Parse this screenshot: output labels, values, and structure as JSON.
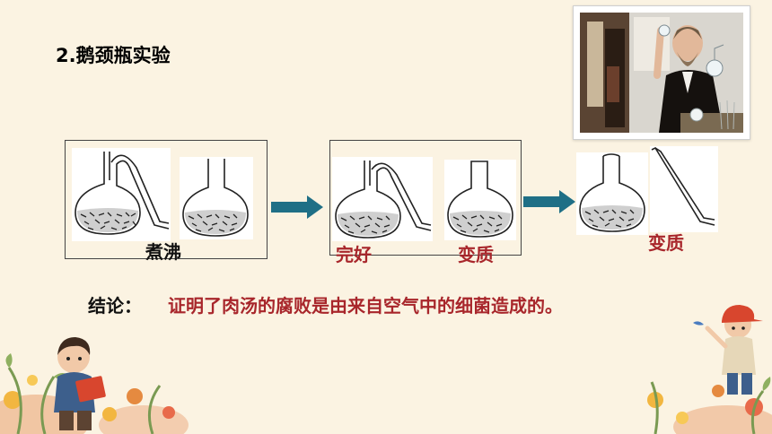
{
  "title": "2.鹅颈瓶实验",
  "stages": [
    {
      "captions": [
        "煮沸"
      ]
    },
    {
      "captions": [
        "完好",
        "变质"
      ]
    },
    {
      "captions": [
        "变质"
      ]
    }
  ],
  "conclusion": {
    "label": "结论：",
    "text": "证明了肉汤的腐败是由来自空气中的细菌造成的。"
  },
  "colors": {
    "accent_red": "#a8262b",
    "arrow_teal": "#1f6f86",
    "background": "#fbf3e2"
  },
  "icons": [
    "swan-neck-flask-icon",
    "straight-neck-flask-icon",
    "broken-neck-flask-icon",
    "broken-neck-tube-icon",
    "right-arrow-icon"
  ]
}
